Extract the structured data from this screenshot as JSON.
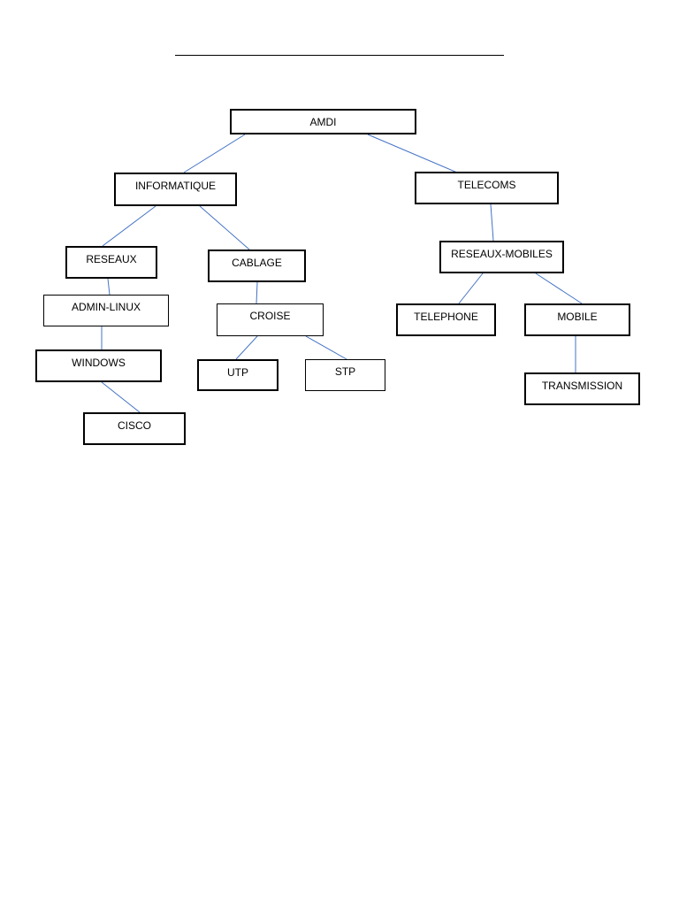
{
  "diagram": {
    "line_color": "#4472c4",
    "nodes": {
      "amdi": "AMDI",
      "informatique": "INFORMATIQUE",
      "telecoms": "TELECOMS",
      "reseaux": "RESEAUX",
      "cablage": "CABLAGE",
      "reseaux_mobiles": "RESEAUX-MOBILES",
      "admin_linux": "ADMIN-LINUX",
      "croise": "CROISE",
      "telephone": "TELEPHONE",
      "mobile": "MOBILE",
      "windows": "WINDOWS",
      "utp": "UTP",
      "stp": "STP",
      "transmission": "TRANSMISSION",
      "cisco": "CISCO"
    },
    "edges": [
      [
        "amdi",
        "informatique"
      ],
      [
        "amdi",
        "telecoms"
      ],
      [
        "informatique",
        "reseaux"
      ],
      [
        "informatique",
        "cablage"
      ],
      [
        "telecoms",
        "reseaux_mobiles"
      ],
      [
        "reseaux",
        "admin_linux"
      ],
      [
        "admin_linux",
        "windows"
      ],
      [
        "windows",
        "cisco"
      ],
      [
        "cablage",
        "croise"
      ],
      [
        "croise",
        "utp"
      ],
      [
        "croise",
        "stp"
      ],
      [
        "reseaux_mobiles",
        "telephone"
      ],
      [
        "reseaux_mobiles",
        "mobile"
      ],
      [
        "mobile",
        "transmission"
      ]
    ]
  }
}
